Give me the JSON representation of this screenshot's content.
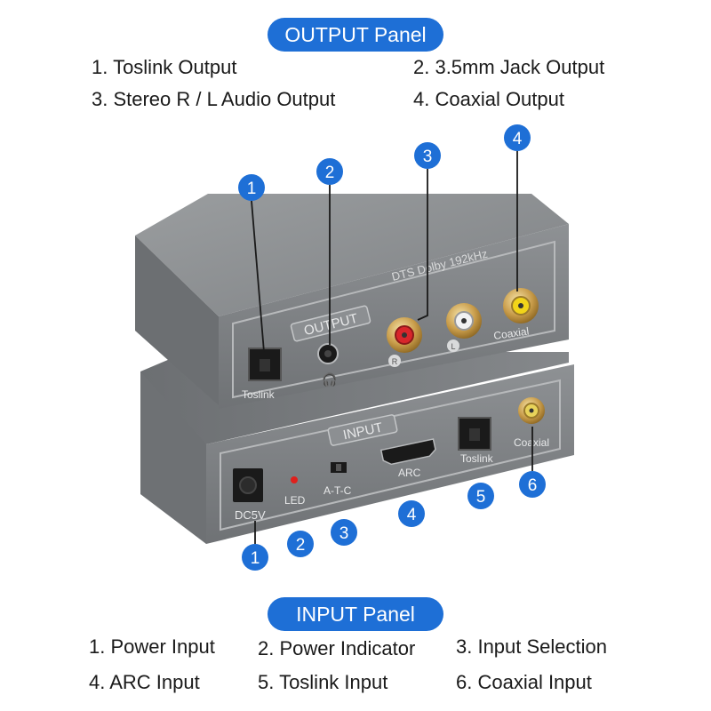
{
  "output_panel": {
    "title": "OUTPUT Panel",
    "items": [
      "1. Toslink Output",
      "2. 3.5mm Jack Output",
      "3. Stereo R / L Audio Output",
      "4. Coaxial Output"
    ]
  },
  "input_panel": {
    "title": "INPUT Panel",
    "items": [
      "1. Power Input",
      "2. Power Indicator",
      "3. Input Selection",
      "4. ARC Input",
      "5. Toslink Input",
      "6. Coaxial Input"
    ]
  },
  "device": {
    "top_label": "OUTPUT",
    "top_brand": "DTS Dolby 192kHz",
    "toslink": "Toslink",
    "coaxial": "Coaxial",
    "r": "R",
    "l": "L",
    "bottom_label": "INPUT",
    "dc5v": "DC5V",
    "led": "LED",
    "atc": "A-T-C",
    "arc": "ARC",
    "toslink_in": "Toslink",
    "coaxial_in": "Coaxial"
  },
  "callouts": {
    "top": [
      "1",
      "2",
      "3",
      "4"
    ],
    "bottom": [
      "1",
      "2",
      "3",
      "4",
      "5",
      "6"
    ]
  },
  "colors": {
    "accent": "#1e6fd6",
    "body": "#8a8d8f",
    "face": "#7d8083"
  }
}
